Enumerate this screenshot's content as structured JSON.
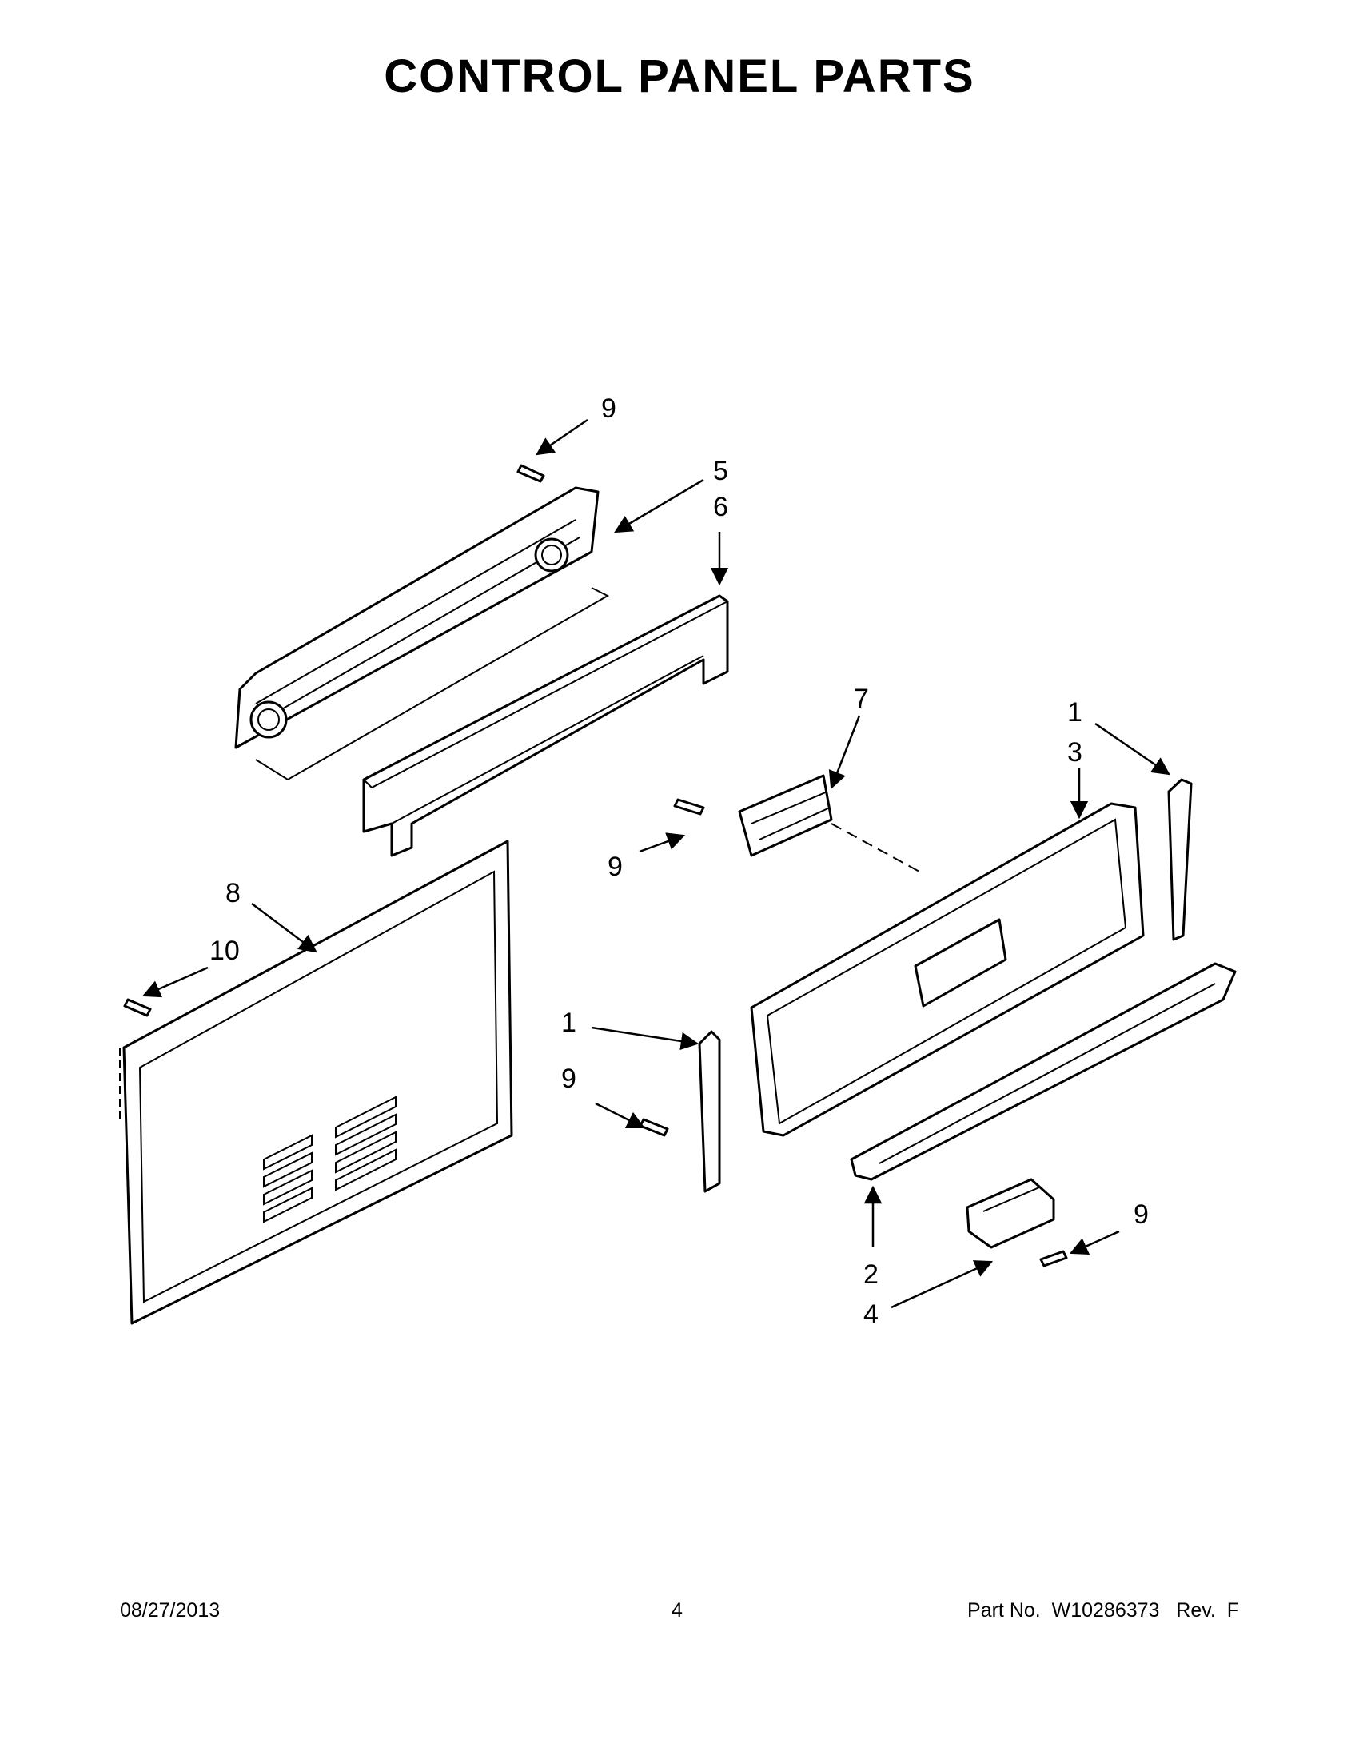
{
  "header": {
    "title": "CONTROL PANEL PARTS"
  },
  "callouts": {
    "c9a": "9",
    "c5": "5",
    "c6": "6",
    "c7": "7",
    "c1a": "1",
    "c3": "3",
    "c9b": "9",
    "c8": "8",
    "c10": "10",
    "c1b": "1",
    "c9c": "9",
    "c2": "2",
    "c9d": "9",
    "c4": "4"
  },
  "footer": {
    "date": "08/27/2013",
    "page": "4",
    "part_no": "Part No.  W10286373   Rev.  F"
  }
}
